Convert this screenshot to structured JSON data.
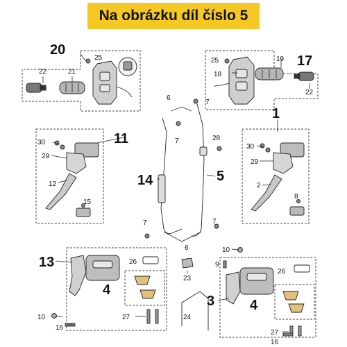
{
  "banner": {
    "text": "Na obrázku díl číslo 5"
  },
  "labels": {
    "l20": "20",
    "l25a": "25",
    "l22a": "22",
    "l21": "21",
    "l25b": "25",
    "l19": "19",
    "l17": "17",
    "l18": "18",
    "l22b": "22",
    "l6a": "6",
    "l7a": "7",
    "l7b": "7",
    "l28": "28",
    "l30a": "30",
    "l11": "11",
    "l29a": "29",
    "l12": "12",
    "l15": "15",
    "l1": "1",
    "l30b": "30",
    "l29b": "29",
    "l2": "2",
    "l8": "8",
    "l14": "14",
    "l5": "5",
    "l7c": "7",
    "l7d": "7",
    "l6b": "6",
    "l13": "13",
    "l26a": "26",
    "l4a": "4",
    "l10a": "10",
    "l27a": "27",
    "l16a": "16",
    "l10b": "10",
    "l9": "9",
    "l23": "23",
    "l3": "3",
    "l26b": "26",
    "l4b": "4",
    "l24": "24",
    "l27b": "27",
    "l16b": "16"
  }
}
